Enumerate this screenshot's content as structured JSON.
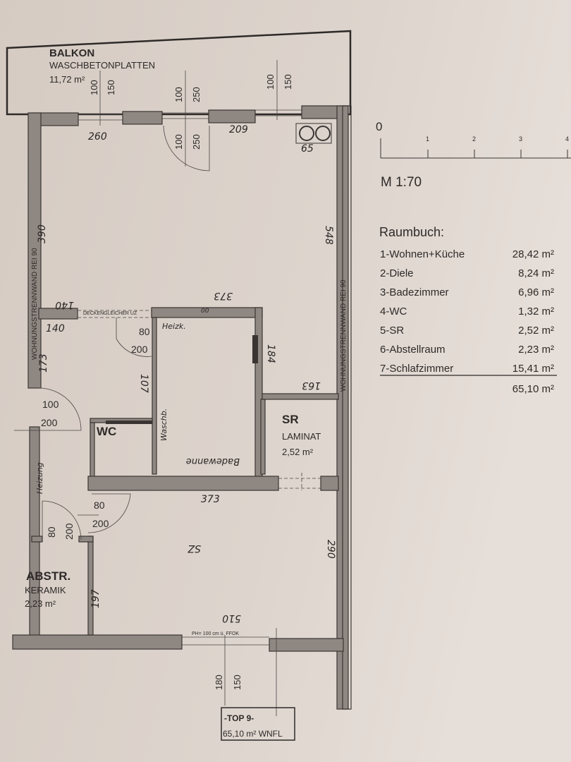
{
  "balcony": {
    "name": "BALKON",
    "material": "WASCHBETONPLATTEN",
    "area": "11,72 m²"
  },
  "window_dims": {
    "w1_a": "100",
    "w1_b": "150",
    "door_a": "100",
    "door_b": "250",
    "door_c": "100",
    "door_d": "250",
    "w2_a": "100",
    "w2_b": "150",
    "bottom_a": "180",
    "bottom_b": "150"
  },
  "handwritten": {
    "d260": "260",
    "d209": "209",
    "d65": "65",
    "d390": "390",
    "d548": "548",
    "d373_top": "373",
    "d140_top": "140",
    "d140": "140",
    "d173": "173",
    "d184": "184",
    "d163": "163",
    "d107": "107",
    "d373_mid": "373",
    "d290": "290",
    "d197": "197",
    "d510": "510",
    "sz": "SZ",
    "heizk": "Heizk.",
    "waschb": "Waschb.",
    "badewanne": "Badewanne",
    "heizung": "Heizung",
    "d00": "00"
  },
  "wall_labels": {
    "left": "WOHNUNGSTRENNWAND REI 90",
    "right": "WOHNUNGSTRENNWAND REI 90",
    "beam": "DECKENGLEICHER UZ",
    "parapet": "PH= 100 cm ü. FFOK"
  },
  "doors": {
    "bath_w": "80",
    "bath_h": "200",
    "entry_w": "100",
    "entry_h": "200",
    "bed_w": "80",
    "bed_h": "200",
    "store_w": "80",
    "store_h": "200"
  },
  "rooms": {
    "wc": "WC",
    "sr": {
      "name": "SR",
      "material": "LAMINAT",
      "area": "2,52 m²"
    },
    "abstr": {
      "name": "ABSTR.",
      "material": "KERAMIK",
      "area": "2,23 m²"
    }
  },
  "scale": {
    "ticks": [
      "0",
      "1",
      "2",
      "3",
      "4"
    ],
    "label": "M 1:70"
  },
  "raumbuch": {
    "title": "Raumbuch:",
    "rows": [
      {
        "name": "1-Wohnen+Küche",
        "area": "28,42 m²"
      },
      {
        "name": "2-Diele",
        "area": "8,24 m²"
      },
      {
        "name": "3-Badezimmer",
        "area": "6,96 m²"
      },
      {
        "name": "4-WC",
        "area": "1,32 m²"
      },
      {
        "name": "5-SR",
        "area": "2,52 m²"
      },
      {
        "name": "6-Abstellraum",
        "area": "2,23 m²"
      },
      {
        "name": "7-Schlafzimmer",
        "area": "15,41 m²"
      }
    ],
    "total": "65,10 m²"
  },
  "unit_box": {
    "top": "-TOP 9-",
    "area": "65,10 m² WNFL"
  }
}
